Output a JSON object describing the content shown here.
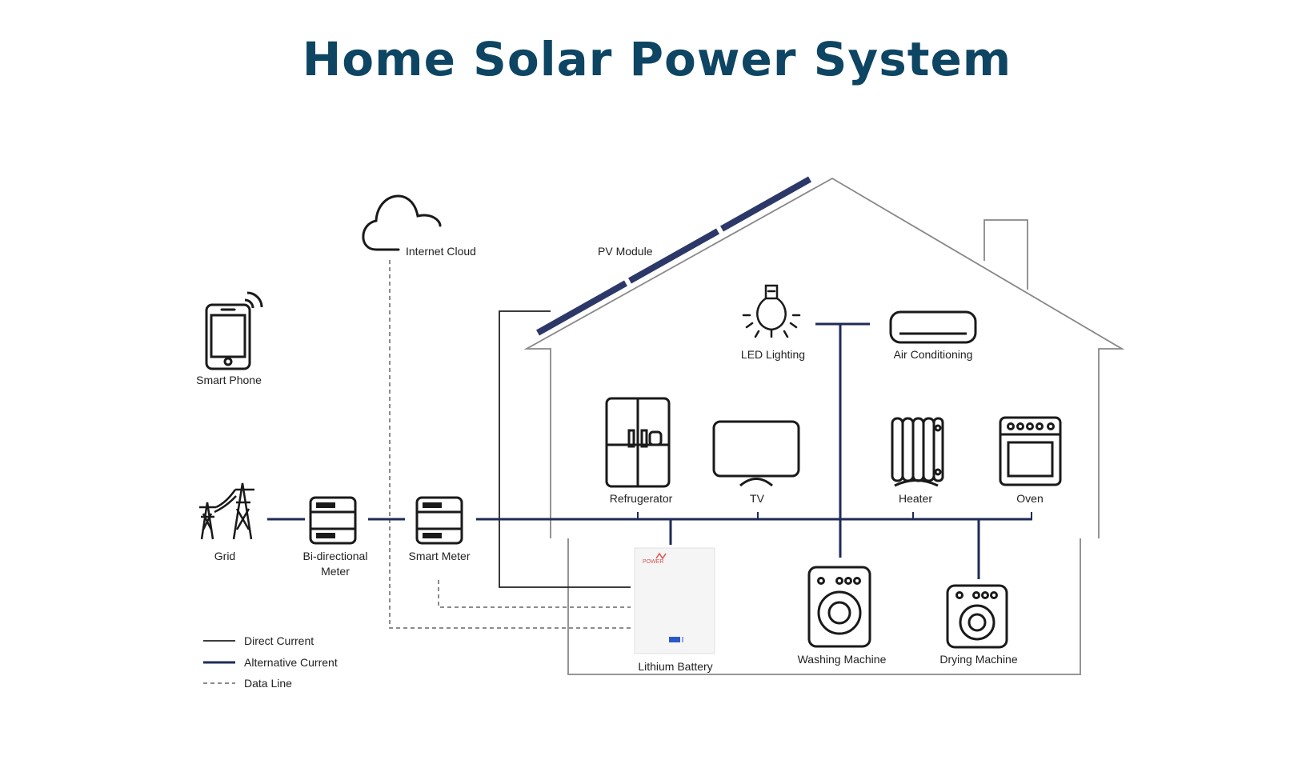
{
  "title": "Home Solar Power System",
  "colors": {
    "title": "#0d4563",
    "ac_line": "#1f2b57",
    "dc_line": "#222222",
    "data_line": "#666666",
    "house_outline": "#888888",
    "panel": "#2c3968",
    "icon_stroke": "#1a1a1a"
  },
  "labels": {
    "internet_cloud": "Internet Cloud",
    "pv_module": "PV Module",
    "smart_phone": "Smart Phone",
    "led_lighting": "LED Lighting",
    "air_conditioning": "Air Conditioning",
    "refrigerator": "Refrugerator",
    "tv": "TV",
    "heater": "Heater",
    "oven": "Oven",
    "grid": "Grid",
    "bidirectional_meter_line1": "Bi-directional",
    "bidirectional_meter_line2": "Meter",
    "smart_meter": "Smart Meter",
    "lithium_battery": "Lithium  Battery",
    "battery_brand": "POWER",
    "washing_machine": "Washing Machine",
    "drying_machine": "Drying Machine"
  },
  "legend": {
    "direct_current": "Direct Current",
    "alternative_current": "Alternative Current",
    "data_line": "Data Line"
  },
  "icons": [
    "cloud-icon",
    "smartphone-icon",
    "solar-panel-icon",
    "bulb-icon",
    "air-conditioner-icon",
    "refrigerator-icon",
    "tv-icon",
    "heater-icon",
    "oven-icon",
    "power-tower-icon",
    "meter-icon",
    "battery-icon",
    "washing-machine-icon",
    "dryer-icon"
  ]
}
